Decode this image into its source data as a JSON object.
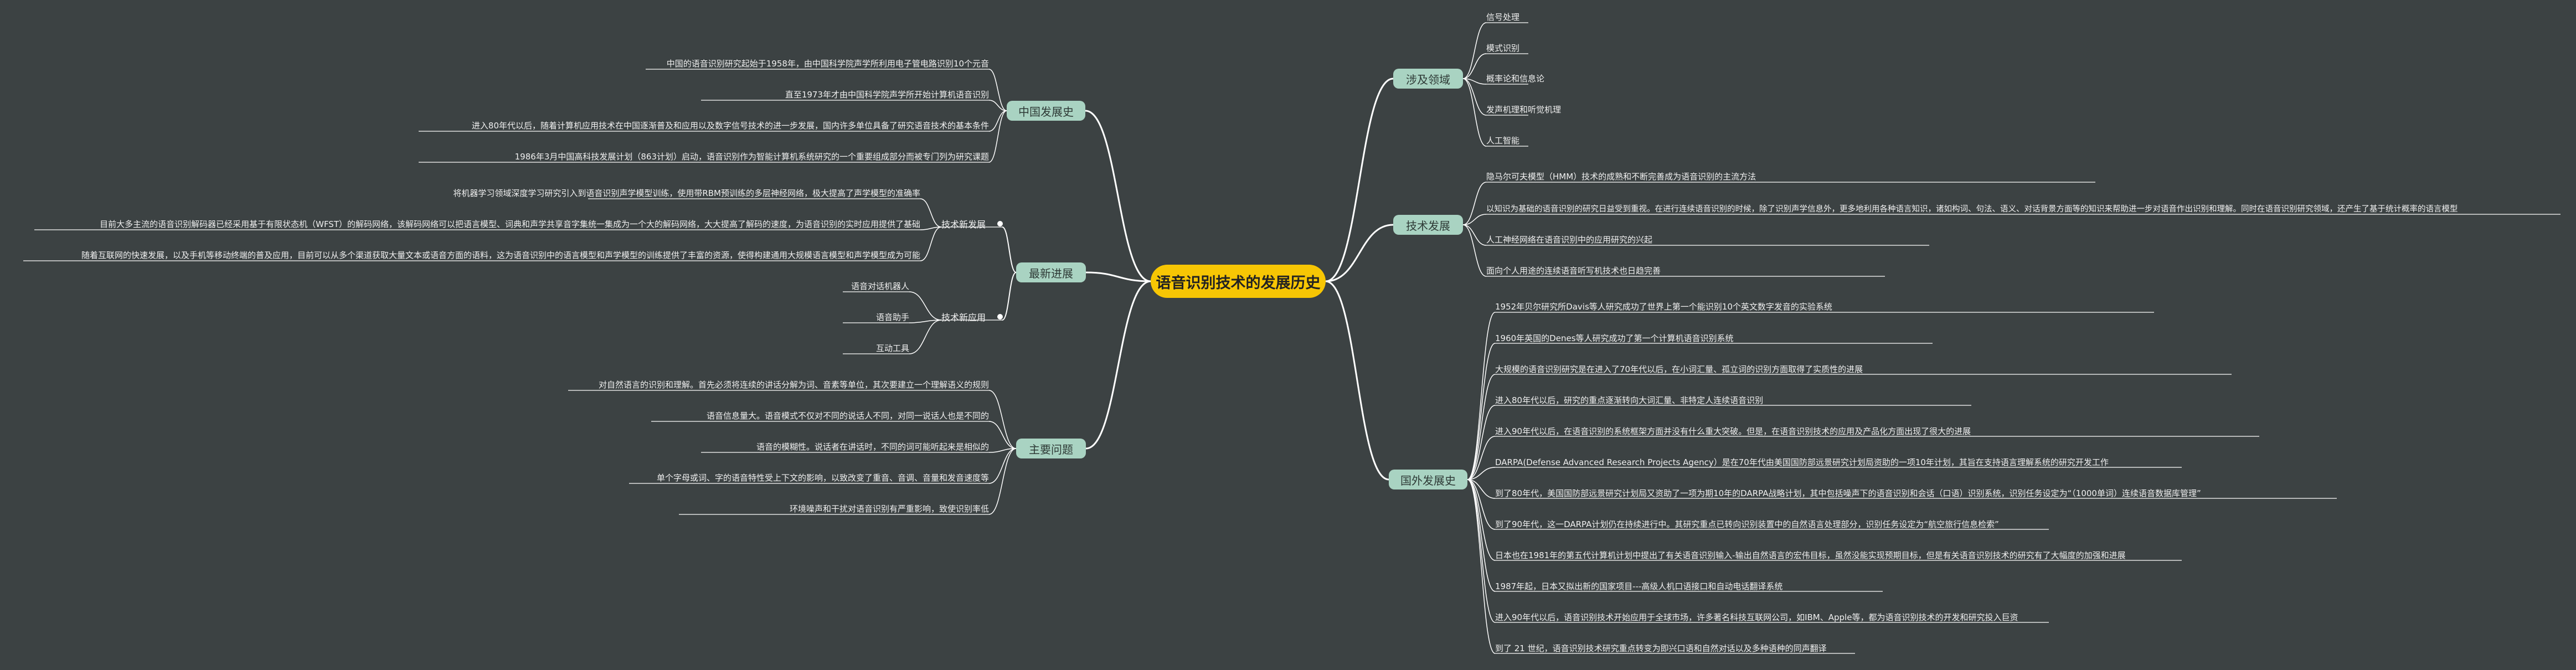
{
  "central_topic": "语音识别技术的发展历史",
  "branches": {
    "domains": {
      "label": "涉及领域",
      "items": [
        "信号处理",
        "模式识别",
        "概率论和信息论",
        "发声机理和听觉机理",
        "人工智能"
      ]
    },
    "tech_dev": {
      "label": "技术发展",
      "items": [
        "隐马尔可夫模型（HMM）技术的成熟和不断完善成为语音识别的主流方法",
        "以知识为基础的语音识别的研究日益受到重视。在进行连续语音识别的时候，除了识别声学信息外，更多地利用各种语言知识，诸如构词、句法、语义、对话背景方面等的知识来帮助进一步对语音作出识别和理解。同时在语音识别研究领域，还产生了基于统计概率的语言模型",
        "人工神经网络在语音识别中的应用研究的兴起",
        "面向个人用途的连续语音听写机技术也日趋完善"
      ]
    },
    "foreign_dev": {
      "label": "国外发展史",
      "items": [
        "1952年贝尔研究所Davis等人研究成功了世界上第一个能识别10个英文数字发音的实验系统",
        "1960年英国的Denes等人研究成功了第一个计算机语音识别系统",
        "大规模的语音识别研究是在进入了70年代以后，在小词汇量、孤立词的识别方面取得了实质性的进展",
        "进入80年代以后，研究的重点逐渐转向大词汇量、非特定人连续语音识别",
        "进入90年代以后，在语音识别的系统框架方面并没有什么重大突破。但是，在语音识别技术的应用及产品化方面出现了很大的进展",
        "DARPA(Defense Advanced Research Projects Agency）是在70年代由美国国防部远景研究计划局资助的一项10年计划，其旨在支持语言理解系统的研究开发工作",
        "到了80年代，美国国防部远景研究计划局又资助了一项为期10年的DARPA战略计划，其中包括噪声下的语音识别和会话（口语）识别系统，识别任务设定为“（1000单词）连续语音数据库管理”",
        "到了90年代，这一DARPA计划仍在持续进行中。其研究重点已转向识别装置中的自然语言处理部分，识别任务设定为“航空旅行信息检索”",
        "日本也在1981年的第五代计算机计划中提出了有关语音识别输入-输出自然语言的宏伟目标，虽然没能实现预期目标，但是有关语音识别技术的研究有了大幅度的加强和进展",
        "1987年起，日本又拟出新的国家项目---高级人机口语接口和自动电话翻译系统",
        "进入90年代以后，语音识别技术开始应用于全球市场，许多著名科技互联网公司，如IBM、Apple等，都为语音识别技术的开发和研究投入巨资",
        "到了 21 世纪，语音识别技术研究重点转变为即兴口语和自然对话以及多种语种的同声翻译"
      ]
    },
    "china_dev": {
      "label": "中国发展史",
      "items": [
        "中国的语音识别研究起始于1958年，由中国科学院声学所利用电子管电路识别10个元音",
        "直至1973年才由中国科学院声学所开始计算机语音识别",
        "进入80年代以后，随着计算机应用技术在中国逐渐普及和应用以及数字信号技术的进一步发展，国内许多单位具备了研究语音技术的基本条件",
        "1986年3月中国高科技发展计划（863计划）启动，语音识别作为智能计算机系统研究的一个重要组成部分而被专门列为研究课题"
      ]
    },
    "latest": {
      "label": "最新进展",
      "tech_new": {
        "label": "技术新发展",
        "items": [
          "将机器学习领域深度学习研究引入到语音识别声学模型训练，使用带RBM预训练的多层神经网络，极大提高了声学模型的准确率",
          "目前大多主流的语音识别解码器已经采用基于有限状态机（WFST）的解码网络，该解码网络可以把语言模型、词典和声学共享音字集统一集成为一个大的解码网络，大大提高了解码的速度，为语音识别的实时应用提供了基础",
          "随着互联网的快速发展，以及手机等移动终端的普及应用，目前可以从多个渠道获取大量文本或语音方面的语料，这为语音识别中的语言模型和声学模型的训练提供了丰富的资源，使得构建通用大规模语言模型和声学模型成为可能"
        ]
      },
      "app_new": {
        "label": "技术新应用",
        "items": [
          "语音对话机器人",
          "语音助手",
          "互动工具"
        ]
      }
    },
    "problems": {
      "label": "主要问题",
      "items": [
        "对自然语言的识别和理解。首先必须将连续的讲话分解为词、音素等单位，其次要建立一个理解语义的规则",
        "语音信息量大。语音模式不仅对不同的说话人不同，对同一说话人也是不同的",
        "语音的模糊性。说话者在讲话时，不同的词可能听起来是相似的",
        "单个字母或词、字的语音特性受上下文的影响，以致改变了重音、音调、音量和发音速度等",
        "环境噪声和干扰对语音识别有严重影响，致使识别率低"
      ]
    }
  },
  "colors": {
    "background": "#3c4243",
    "central_fill": "#f7c604",
    "branch_fill": "#a9d3c2",
    "line": "#ffffff"
  }
}
